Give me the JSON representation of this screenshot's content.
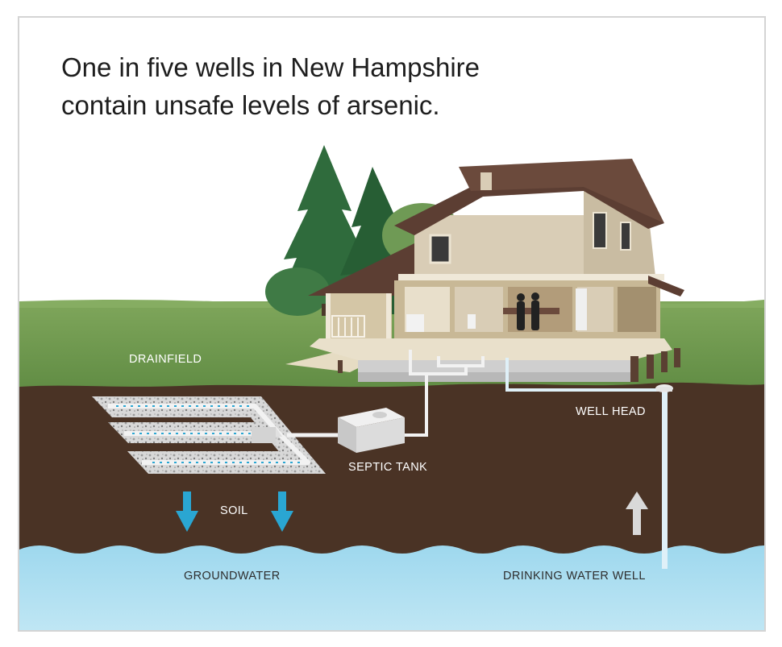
{
  "headline": {
    "line1": "One in five wells in New Hampshire",
    "line2": "contain unsafe levels of arsenic."
  },
  "labels": {
    "drainfield": "DRAINFIELD",
    "well_head": "WELL HEAD",
    "septic_tank": "SEPTIC TANK",
    "soil": "SOIL",
    "groundwater": "GROUNDWATER",
    "drinking_water_well": "DRINKING WATER WELL"
  },
  "colors": {
    "sky": "#ffffff",
    "grass": "#6f9a4e",
    "soil": "#4a3325",
    "groundwater": "#a8dcef",
    "pipe": "#f2f2f2",
    "well_pipe": "#dff0f8",
    "arrow_down": "#2aa6d2",
    "arrow_up": "#d9d9d9",
    "roof": "#5c3e33",
    "wall": "#d9cdb6",
    "trees": "#2f6b3c"
  },
  "icons": [
    "down-arrow-icon",
    "up-arrow-icon"
  ]
}
